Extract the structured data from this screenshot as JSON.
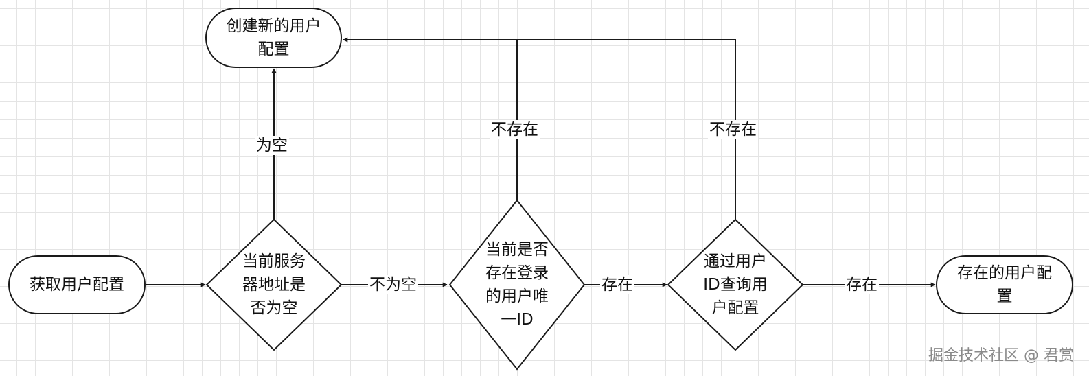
{
  "nodes": {
    "start": "获取用户配置",
    "create": "创建新的用户配置",
    "check_address": "当前服务器地址是否为空",
    "check_login": "当前是否存在登录的用户唯一ID",
    "query_config": "通过用户ID查询用户配置",
    "existing": "存在的用户配置"
  },
  "edges": {
    "empty": "为空",
    "not_empty": "不为空",
    "login_not_exist": "不存在",
    "login_exist": "存在",
    "config_not_exist": "不存在",
    "config_exist": "存在"
  },
  "watermark": "掘金技术社区 @ 君赏"
}
